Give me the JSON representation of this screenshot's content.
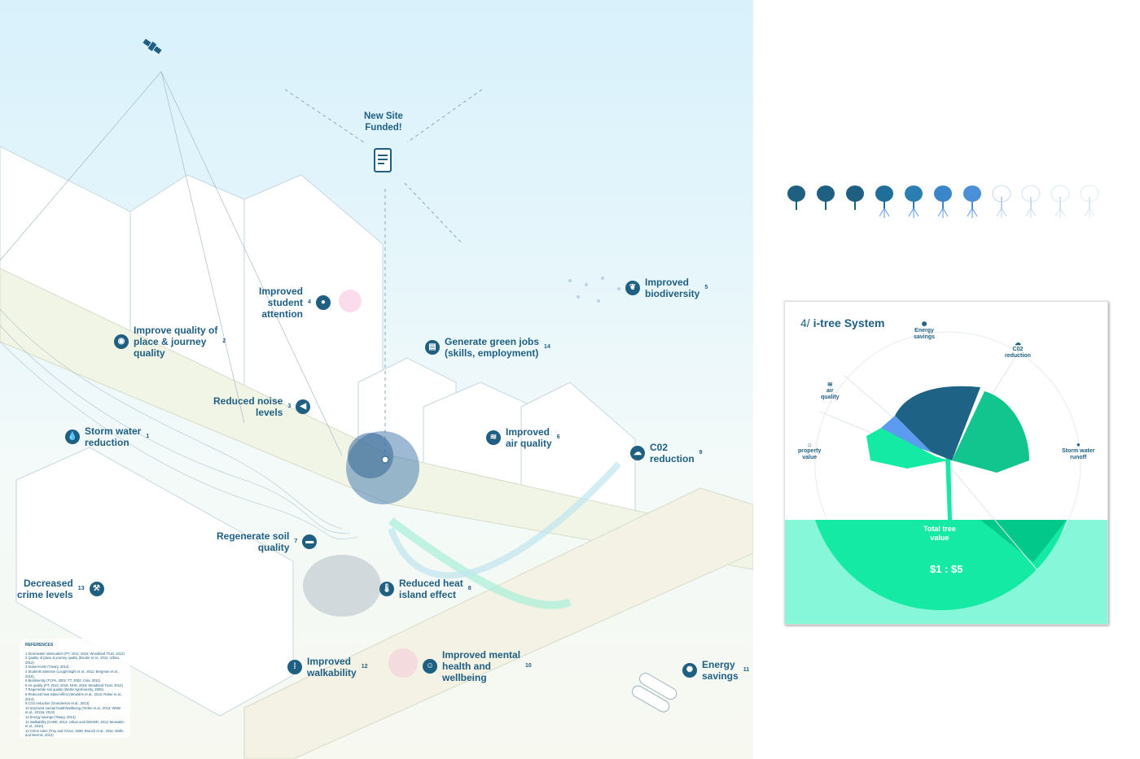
{
  "scene": {
    "header": {
      "text": "New Site\nFunded!",
      "icon": "document-icon"
    },
    "labels": [
      {
        "id": "student-attention",
        "text": "Improved\nstudent\nattention",
        "ref": "4",
        "icon": "person-icon"
      },
      {
        "id": "biodiversity",
        "text": "Improved\nbiodiversity",
        "ref": "5",
        "icon": "leaf-icon"
      },
      {
        "id": "place-quality",
        "text": "Improve quality of\nplace & journey\nquality",
        "ref": "2",
        "icon": "camera-icon"
      },
      {
        "id": "green-jobs",
        "text": "Generate green jobs\n(skills, employment)",
        "ref": "14",
        "icon": "jobs-icon"
      },
      {
        "id": "noise",
        "text": "Reduced noise\nlevels",
        "ref": "3",
        "icon": "megaphone-icon"
      },
      {
        "id": "storm-water",
        "text": "Storm water\nreduction",
        "ref": "1",
        "icon": "drop-icon"
      },
      {
        "id": "air-quality",
        "text": "Improved\nair quality",
        "ref": "6",
        "icon": "wind-icon"
      },
      {
        "id": "co2",
        "text": "C02\nreduction",
        "ref": "9",
        "icon": "cloud-icon"
      },
      {
        "id": "soil",
        "text": "Regenerate soil\nquality",
        "ref": "7",
        "icon": "soil-icon"
      },
      {
        "id": "heat-island",
        "text": "Reduced heat\nisland effect",
        "ref": "8",
        "icon": "thermometer-icon"
      },
      {
        "id": "crime",
        "text": "Decreased\ncrime levels",
        "ref": "13",
        "icon": "gavel-icon"
      },
      {
        "id": "walkability",
        "text": "Improved\nwalkability",
        "ref": "12",
        "icon": "footsteps-icon"
      },
      {
        "id": "mental-health",
        "text": "Improved mental\nhealth and\nwellbeing",
        "ref": "10",
        "icon": "head-icon"
      },
      {
        "id": "energy",
        "text": "Energy\nsavings",
        "ref": "11",
        "icon": "bulb-icon"
      }
    ],
    "references": {
      "heading": "REFERENCES",
      "items": [
        "1 Stormwater attenuation (PT, 2011; 2015; Woodland Trust, 2012)",
        "2 Quality of place & journey quality (Bruder et al., 2011; Urban, 2012)",
        "3 Noise levels (Tiwary, 2014)",
        "4 Students attention (Loughnsight et al., 2011; Bergman et al., 2016)",
        "5 Biodiversity (TCPA, 2002; TT, 2002; Ciria, 2011)",
        "6 Air quality (PT, 2012; 2016; NHS, 2016; Woodland Trust, 2012)",
        "7 Regenerate soil quality (World Agroforestry, 2009)",
        "8 Reduced heat island effect (Wooldrin et al., 2015; Rober et al., 2013)",
        "9 CO2 reduction (Granderson et al., 2013)",
        "10 Improved mental health/wellbeing (Tirden et al., 2013; White et al., 2013a; 2013)",
        "11 Energy savings (Tiwary, 2014)",
        "12 Walkability (CABE, 2014; Urban and DEEWR, 2013; Mossakin et al., 2010)",
        "13 Crime rates (Troy and Grove, 2008; Branch et al., 2011; Wolfe and Mennis, 2012)"
      ]
    }
  },
  "tree_growth": {
    "count": 11,
    "colors": [
      "#1f5f82",
      "#1f5f82",
      "#1f5f82",
      "#1f6f9a",
      "#2a7fb0",
      "#3a86c8",
      "#4b8fd6",
      "#b9d2ea",
      "#c6dcef",
      "#d0e3f1",
      "#d8e8f3"
    ]
  },
  "itree": {
    "title_prefix": "4/",
    "title": "i-tree System",
    "segments": [
      {
        "label": "Energy\nsavings",
        "icon": "bulb-icon",
        "color": "#1e6385"
      },
      {
        "label": "C02\nreduction",
        "icon": "cloud-icon",
        "color": "#12b886"
      },
      {
        "label": "air\nquality",
        "icon": "wind-icon",
        "color": "#5b9bf0"
      },
      {
        "label": "property\nvalue",
        "icon": "house-icon",
        "color": "#12e8a0"
      },
      {
        "label": "Storm water\nrunoff",
        "icon": "drop-icon",
        "color": "#02c98a"
      }
    ],
    "total_label": "Total tree\nvalue",
    "ratio": "$1 : $5",
    "colors": {
      "ground": "#86f7d8",
      "circle": "#14eaa4",
      "dark": "#1e6385"
    }
  }
}
